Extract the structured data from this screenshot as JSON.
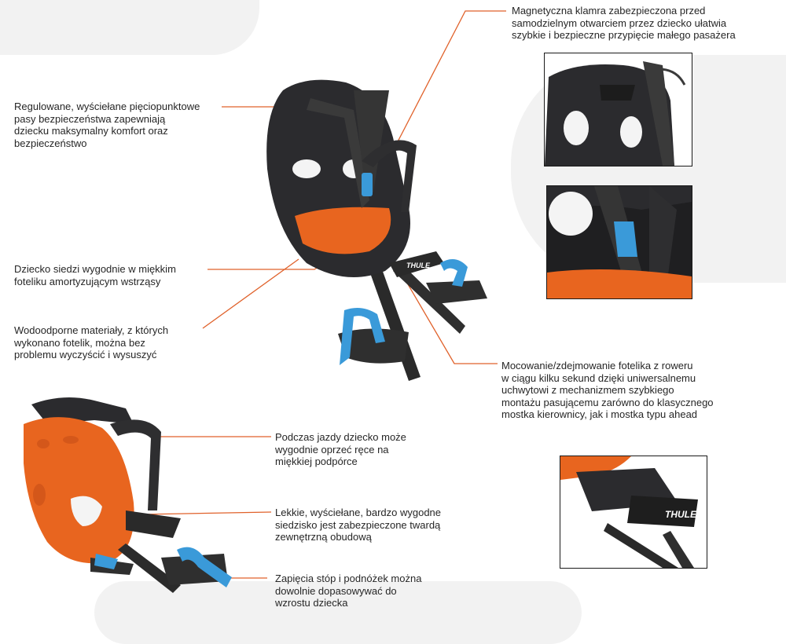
{
  "captions": {
    "magnetic_clasp": "Magnetyczna klamra zabezpieczona przed\nsamodzielnym otwarciem przez dziecko ułatwia\nszybkie i bezpieczne przypięcie małego pasażera",
    "harness": "Regulowane, wyściełane pięciopunktowe\npasy bezpieczeństwa zapewniają\ndziecku maksymalny komfort oraz\nbezpieczeństwo",
    "soft_seat": "Dziecko siedzi wygodnie w miękkim\nfoteliku amortyzującym wstrząsy",
    "waterproof": "Wodoodporne materiały, z których\nwykonano fotelik, można bez\nproblemu wyczyścić i wysuszyć",
    "mounting": "Mocowanie/zdejmowanie fotelika z roweru\nw ciągu kilku sekund dzięki uniwersalnemu\nuchwytowi z mechanizmem szybkiego\nmontażu pasującemu zarówno do klasycznego\nmostka kierownicy, jak i mostka typu ahead",
    "armrest": "Podczas jazdy dziecko może\nwygodnie oprzeć ręce na\nmiękkiej podpórce",
    "shell": "Lekkie, wyściełane, bardzo wygodne\nsiedzisko jest zabezpieczone twardą\nzewnętrzną obudową",
    "footrest": "Zapięcia stóp i podnóżek można\ndowolnie dopasowywać do\nwzrostu dziecka"
  },
  "brand": {
    "logo_text": "THULE"
  },
  "colors": {
    "leader_line": "#e0612a",
    "accent_orange": "#e8651f",
    "strap_blue": "#3a9ad9",
    "shell_dark": "#2b2b2e"
  },
  "icons": [
    "child-seat-main",
    "child-seat-back-view",
    "clasp-detail",
    "harness-detail",
    "mount-detail"
  ]
}
